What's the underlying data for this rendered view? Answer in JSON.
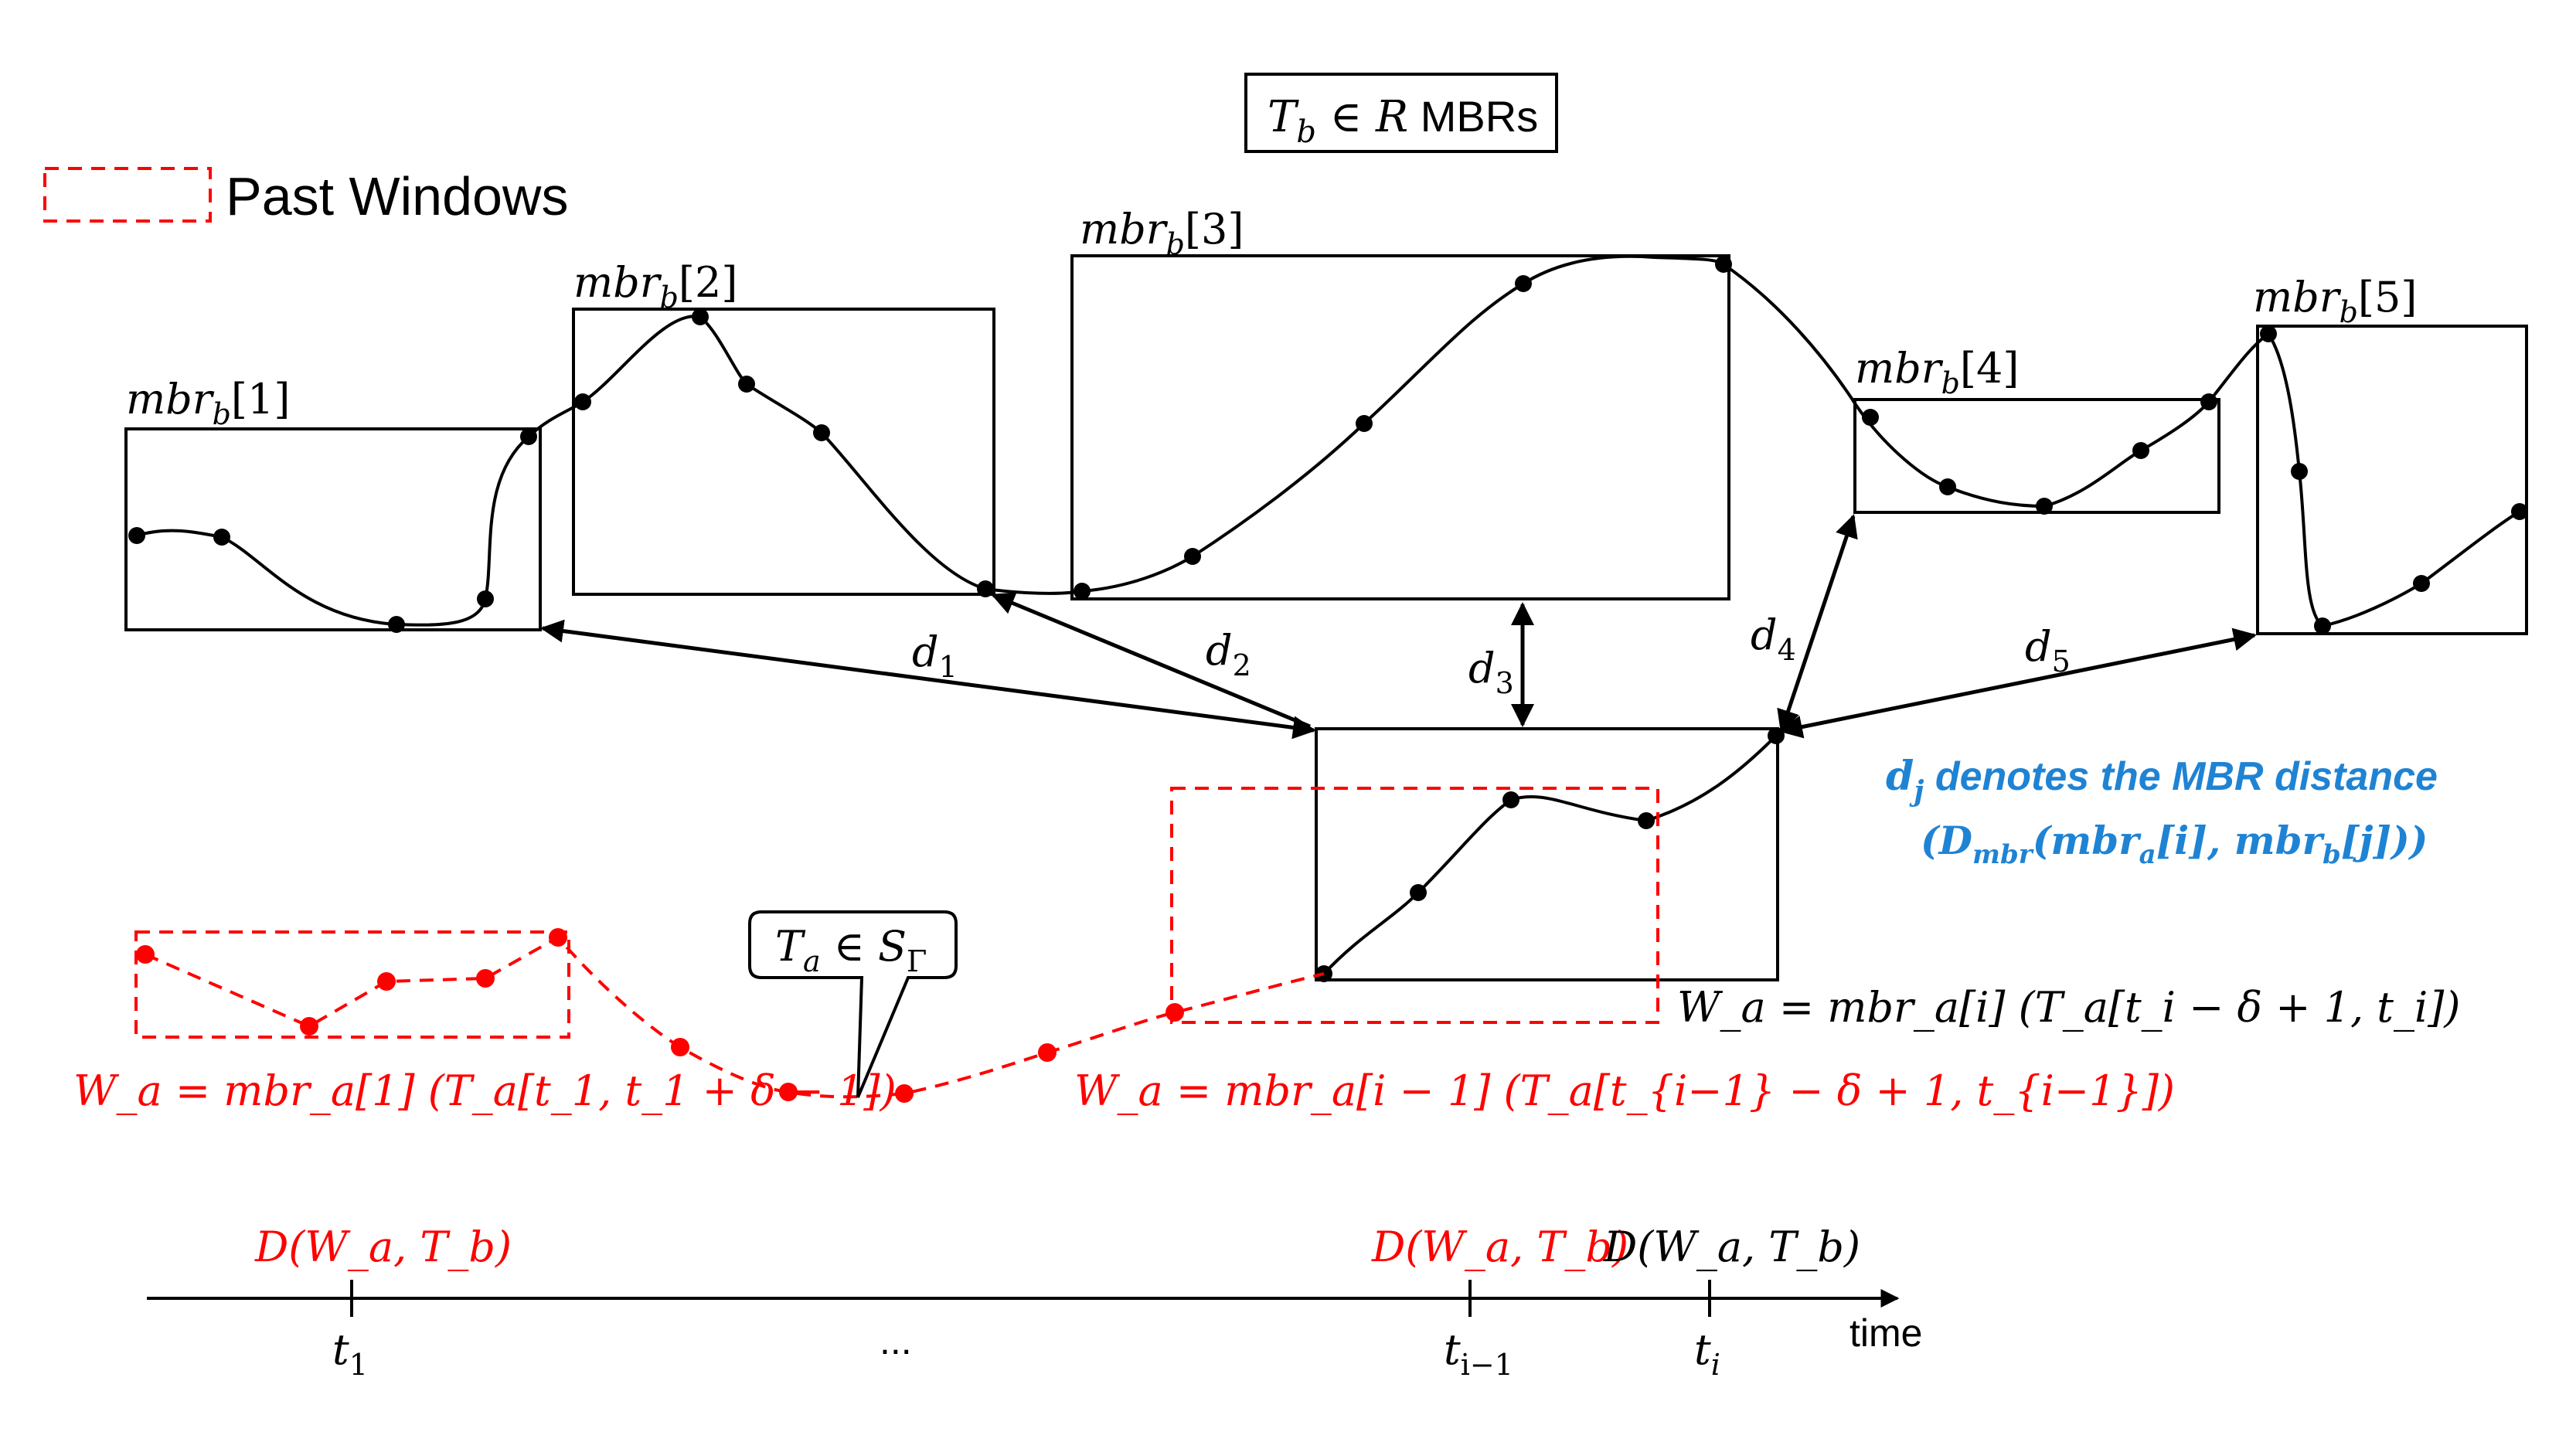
{
  "legend": {
    "label": "Past Windows",
    "color": "#ff0000"
  },
  "top_box": {
    "var": "T",
    "sub": "b",
    "mid": " ∈ ",
    "set": "R",
    "suffix": " MBRs"
  },
  "mbrs": [
    {
      "base": "mbr",
      "sub": "b",
      "idx": "[1]"
    },
    {
      "base": "mbr",
      "sub": "b",
      "idx": "[2]"
    },
    {
      "base": "mbr",
      "sub": "b",
      "idx": "[3]"
    },
    {
      "base": "mbr",
      "sub": "b",
      "idx": "[4]"
    },
    {
      "base": "mbr",
      "sub": "b",
      "idx": "[5]"
    }
  ],
  "distances": [
    {
      "base": "d",
      "sub": "1"
    },
    {
      "base": "d",
      "sub": "2"
    },
    {
      "base": "d",
      "sub": "3"
    },
    {
      "base": "d",
      "sub": "4"
    },
    {
      "base": "d",
      "sub": "5"
    }
  ],
  "blue_note": {
    "line1_base": "d",
    "line1_sub": "j",
    "line1_rest": " denotes the MBR distance",
    "line2_open": "(",
    "line2_D": "D",
    "line2_Dsub": "mbr",
    "line2_p1": "(mbr",
    "line2_p1sub": "a",
    "line2_p1idx": "[i], mbr",
    "line2_p2sub": "b",
    "line2_p2idx": "[j]))",
    "color": "#1f83d4"
  },
  "callout": {
    "var": "T",
    "sub": "a",
    "mid": " ∈ ",
    "set": "S",
    "setsub": "Γ"
  },
  "window_labels": {
    "current": "W_a = mbr_a[i] (T_a[t_i − δ + 1, t_i])",
    "first": "W_a = mbr_a[1] (T_a[t_1, t_1 + δ − 1])",
    "prev": "W_a = mbr_a[i − 1] (T_a[t_{i−1} − δ + 1, t_{i−1}])"
  },
  "timeline": {
    "axis_label": "time",
    "ellipsis": "...",
    "ticks": [
      {
        "label": "t",
        "sub": "1",
        "dist": "D(W_a, T_b)",
        "dist_color": "#ff0000"
      },
      {
        "label": "t",
        "sub": "i−1",
        "dist": "D(W_a, T_b)",
        "dist_color": "#ff0000"
      },
      {
        "label": "t",
        "sub": "i",
        "dist": "D(W_a, T_b)",
        "dist_color": "#000000"
      }
    ]
  }
}
